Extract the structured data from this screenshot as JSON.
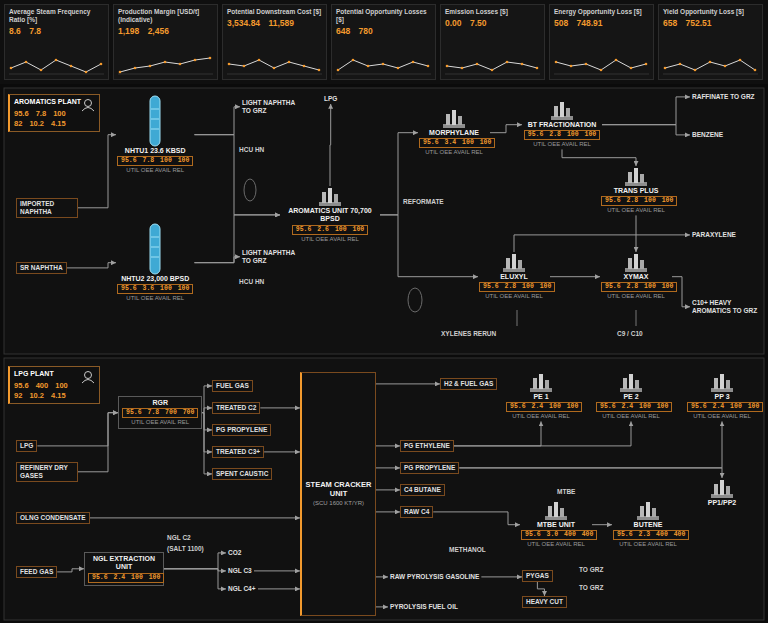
{
  "diagram": {
    "nodes": [
      {
        "text": [
          "Average Steam Frequency Ratio [%]",
          "8.6 7.8"
        ]
      },
      {
        "text": [
          "Production Margin [USD/t] (Indicative)",
          "1,198 2,456"
        ]
      },
      {
        "text": [
          "Potential Downstream Cost [$]",
          "3,534.84 11,589"
        ]
      },
      {
        "text": [
          "Potential Opportunity Losses [$]",
          "648 780"
        ]
      },
      {
        "text": [
          "Emission Losses [$]",
          "0.00 7.50"
        ]
      },
      {
        "text": [
          "Energy Opportunity Loss [$]",
          "508 748.91"
        ]
      },
      {
        "text": [
          "Yield Opportunity Loss [$]",
          "658 752.51"
        ]
      },
      {
        "text": [
          "AROMATICS PLANT",
          "95.6 7.8 100",
          "82 10.2 4.15"
        ]
      },
      {
        "text": [
          "IMPORTED NAPHTHA"
        ]
      },
      {
        "text": [
          "SR NAPHTHA"
        ]
      },
      {
        "text": [
          "NHTU1 23.6 KBSD",
          "95.6 7.8 100 100",
          "UTIL OEE AVAIL REL"
        ]
      },
      {
        "text": [
          "NHTU2 23,000 BPSD",
          "95.6 3.6 100 100",
          "UTIL OEE AVAIL REL"
        ]
      },
      {
        "text": [
          "LIGHT NAPHTHA TO GRZ"
        ]
      },
      {
        "text": [
          "LIGHT NAPHTHA TO GRZ"
        ]
      },
      {
        "text": [
          "LPG"
        ]
      },
      {
        "text": [
          "AROMATICS UNIT 70,700 BPSD",
          "95.6 2.6 100 100",
          "UTIL OEE AVAIL REL"
        ]
      },
      {
        "text": [
          "MORPHYLANE",
          "95.6 3.4 100 100",
          "UTIL OEE AVAIL REL"
        ]
      },
      {
        "text": [
          "BT FRACTIONATION",
          "95.6 2.8 100 100",
          "UTIL OEE AVAIL REL"
        ]
      },
      {
        "text": [
          "TRANS PLUS",
          "95.6 2.8 100 100",
          "UTIL OEE AVAIL REL"
        ]
      },
      {
        "text": [
          "ELUXYL",
          "95.6 2.8 100 100",
          "UTIL OEE AVAIL REL"
        ]
      },
      {
        "text": [
          "XYMAX",
          "95.6 2.8 100 100",
          "UTIL OEE AVAIL REL"
        ]
      },
      {
        "text": [
          "RAFFINATE TO GRZ"
        ]
      },
      {
        "text": [
          "BENZENE"
        ]
      },
      {
        "text": [
          "PARAXYLENE"
        ]
      },
      {
        "text": [
          "C10+ HEAVY AROMATICS TO GRZ"
        ]
      },
      {
        "text": [
          "LPG PLANT",
          "95.6 400 100",
          "92 10.2 4.15"
        ]
      },
      {
        "text": [
          "LPG"
        ]
      },
      {
        "text": [
          "REFINERY DRY GASES"
        ]
      },
      {
        "text": [
          "OLNG CONDENSATE"
        ]
      },
      {
        "text": [
          "FEED GAS"
        ]
      },
      {
        "text": [
          "RGR",
          "95.6 7.8 700 700",
          "UTIL OEE AVAIL REL"
        ]
      },
      {
        "text": [
          "FUEL GAS"
        ]
      },
      {
        "text": [
          "TREATED C2"
        ]
      },
      {
        "text": [
          "PG PROPYLENE"
        ]
      },
      {
        "text": [
          "TREATED C3+"
        ]
      },
      {
        "text": [
          "SPENT CAUSTIC"
        ]
      },
      {
        "text": [
          "NGL EXTRACTION UNIT",
          "95.6 2.4 100 100"
        ]
      },
      {
        "text": [
          "CO2"
        ]
      },
      {
        "text": [
          "NGL C3"
        ]
      },
      {
        "text": [
          "NGL C4+"
        ]
      },
      {
        "text": [
          "STEAM CRACKER UNIT",
          "(SCU 1600 KT/YR)"
        ]
      },
      {
        "text": [
          "H2 & FUEL GAS"
        ]
      },
      {
        "text": [
          "PG ETHYLENE"
        ]
      },
      {
        "text": [
          "PG PROPYLENE"
        ]
      },
      {
        "text": [
          "C4 BUTANE"
        ]
      },
      {
        "text": [
          "RAW C4"
        ]
      },
      {
        "text": [
          "PE 1",
          "95.6 2.4 100 100",
          "UTIL OEE AVAIL REL"
        ]
      },
      {
        "text": [
          "PE 2",
          "95.6 2.4 100 100",
          "UTIL OEE AVAIL REL"
        ]
      },
      {
        "text": [
          "PP 3",
          "95.6 2.4 100 100",
          "UTIL OEE AVAIL REL"
        ]
      },
      {
        "text": [
          "PP1/PP2"
        ]
      },
      {
        "text": [
          "MTBE UNIT",
          "95.6 3.0 400 400",
          "UTIL OEE AVAIL REL"
        ]
      },
      {
        "text": [
          "BUTENE",
          "95.6 2.3 400 400",
          "UTIL OEE AVAIL REL"
        ]
      },
      {
        "text": [
          "RAW PYROLYSIS GASOLINE"
        ]
      },
      {
        "text": [
          "PYGAS"
        ]
      },
      {
        "text": [
          "HEAVY CUT"
        ]
      },
      {
        "text": [
          "PYROLYSIS FUEL OIL"
        ]
      }
    ],
    "edges": [
      {
        "from": 8,
        "to": 10,
        "arrow": "to"
      },
      {
        "from": 9,
        "to": 11,
        "arrow": "to"
      },
      {
        "from": 10,
        "to": 12,
        "arrow": "to"
      },
      {
        "from": 11,
        "to": 13,
        "arrow": "to"
      },
      {
        "from": 10,
        "to": 15,
        "arrow": "to"
      },
      {
        "from": 11,
        "to": 15,
        "arrow": "to"
      },
      {
        "from": 15,
        "to": 14,
        "arrow": "to"
      },
      {
        "from": 15,
        "to": 16,
        "arrow": "to"
      },
      {
        "from": 15,
        "to": 19,
        "arrow": "to"
      },
      {
        "from": 16,
        "to": 17,
        "arrow": "to"
      },
      {
        "from": 17,
        "to": 21,
        "arrow": "to"
      },
      {
        "from": 17,
        "to": 22,
        "arrow": "to"
      },
      {
        "from": 17,
        "to": 18,
        "arrow": "to"
      },
      {
        "from": 18,
        "to": 20,
        "arrow": "to"
      },
      {
        "from": 19,
        "to": 20,
        "arrow": "to"
      },
      {
        "from": 19,
        "to": 23,
        "arrow": "to"
      },
      {
        "from": 20,
        "to": 24,
        "arrow": "to"
      },
      {
        "from": 26,
        "to": 30,
        "arrow": "to"
      },
      {
        "from": 27,
        "to": 30,
        "arrow": "to"
      },
      {
        "from": 29,
        "to": 36,
        "arrow": "to"
      },
      {
        "from": 30,
        "to": 31,
        "arrow": "to"
      },
      {
        "from": 30,
        "to": 32,
        "arrow": "to"
      },
      {
        "from": 30,
        "to": 33,
        "arrow": "to"
      },
      {
        "from": 30,
        "to": 34,
        "arrow": "to"
      },
      {
        "from": 30,
        "to": 35,
        "arrow": "to"
      },
      {
        "from": 32,
        "to": 40,
        "arrow": "to"
      },
      {
        "from": 34,
        "to": 40,
        "arrow": "to"
      },
      {
        "from": 28,
        "to": 40,
        "arrow": "to"
      },
      {
        "from": 36,
        "to": 37,
        "arrow": "to"
      },
      {
        "from": 36,
        "to": 38,
        "arrow": "to"
      },
      {
        "from": 36,
        "to": 39,
        "arrow": "to"
      },
      {
        "from": 38,
        "to": 40,
        "arrow": "to"
      },
      {
        "from": 39,
        "to": 40,
        "arrow": "to"
      },
      {
        "from": 40,
        "to": 41,
        "arrow": "to"
      },
      {
        "from": 40,
        "to": 42,
        "arrow": "to"
      },
      {
        "from": 40,
        "to": 43,
        "arrow": "to"
      },
      {
        "from": 40,
        "to": 44,
        "arrow": "to"
      },
      {
        "from": 40,
        "to": 45,
        "arrow": "to"
      },
      {
        "from": 40,
        "to": 52,
        "arrow": "to"
      },
      {
        "from": 40,
        "to": 55,
        "arrow": "to"
      },
      {
        "from": 42,
        "to": 46,
        "arrow": "to"
      },
      {
        "from": 42,
        "to": 47,
        "arrow": "to"
      },
      {
        "from": 43,
        "to": 48,
        "arrow": "to"
      },
      {
        "from": 43,
        "to": 49,
        "arrow": "to"
      },
      {
        "from": 45,
        "to": 50,
        "arrow": "to"
      },
      {
        "from": 50,
        "to": 51,
        "arrow": "to"
      },
      {
        "from": 52,
        "to": 53,
        "arrow": "to"
      },
      {
        "from": 53,
        "to": 54,
        "arrow": "to"
      }
    ],
    "labels": [
      "HCU HN",
      "HCU HN",
      "REFORMATE",
      "XYLENES RERUN",
      "C9 / C10",
      "NGL C2",
      "(SALT 1100)",
      "MTBE",
      "METHANOL",
      "TO GRZ",
      "TO GRZ"
    ]
  }
}
